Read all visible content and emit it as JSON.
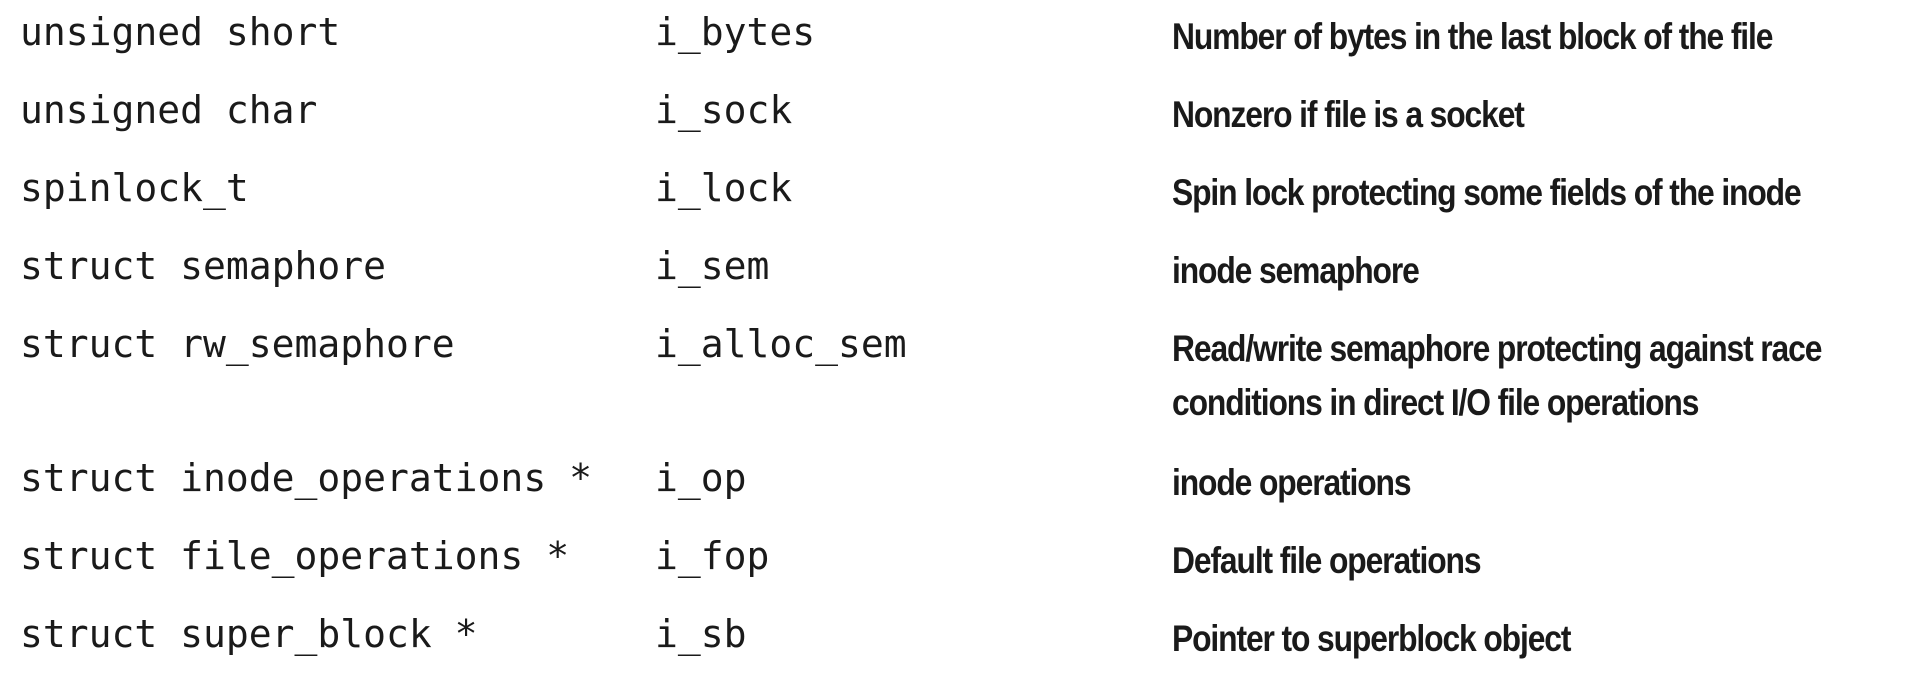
{
  "rows": [
    {
      "type": "unsigned short",
      "name": "i_bytes",
      "description": [
        "Number of bytes in the last block of the file"
      ]
    },
    {
      "type": "unsigned char",
      "name": "i_sock",
      "description": [
        "Nonzero if file is a socket"
      ]
    },
    {
      "type": "spinlock_t",
      "name": "i_lock",
      "description": [
        "Spin lock protecting some fields of the inode"
      ]
    },
    {
      "type": "struct semaphore",
      "name": "i_sem",
      "description": [
        "inode semaphore"
      ]
    },
    {
      "type": "struct rw_semaphore",
      "name": "i_alloc_sem",
      "description": [
        "Read/write semaphore protecting against race",
        "conditions in direct I/O file operations"
      ]
    },
    {
      "type": "struct inode_operations *",
      "name": "i_op",
      "description": [
        "inode operations"
      ]
    },
    {
      "type": "struct file_operations *",
      "name": "i_fop",
      "description": [
        "Default file operations"
      ]
    },
    {
      "type": "struct super_block *",
      "name": "i_sb",
      "description": [
        "Pointer to superblock object"
      ]
    }
  ]
}
